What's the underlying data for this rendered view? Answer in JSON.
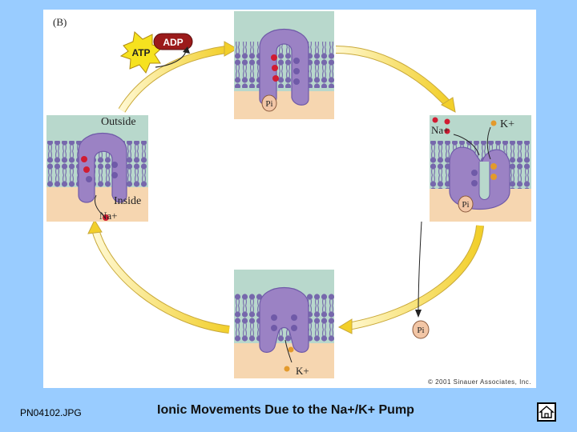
{
  "figure": {
    "panel_label": "(B)",
    "atp_label": "ATP",
    "adp_label": "ADP",
    "outside_label": "Outside",
    "inside_label": "Inside",
    "na_label": "Na+",
    "k_label": "K+",
    "pi_label": "Pi",
    "copyright": "© 2001 Sinauer Associates, Inc.",
    "colors": {
      "protein": "#9b82c4",
      "membrane_head": "#6f5aa8",
      "outside_bg": "#b8d8cc",
      "inside_bg": "#f6d6b0",
      "sodium": "#d01c32",
      "potassium": "#e39a2c",
      "arrow": "#f3d23a",
      "atp_star": "#f6e21f",
      "adp_bg": "#9b1a1a"
    }
  },
  "footer": {
    "filename": "PN04102.JPG",
    "title": "Ionic Movements Due to the Na+/K+ Pump"
  },
  "nav": {
    "home_icon": "home-icon"
  }
}
